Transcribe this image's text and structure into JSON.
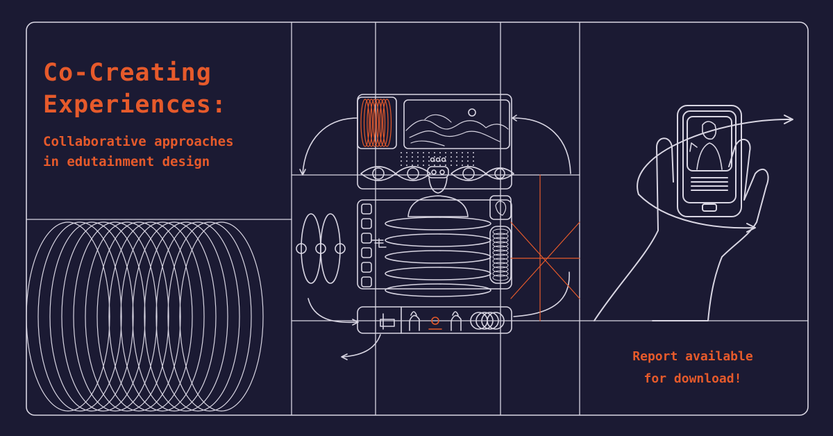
{
  "headline": {
    "line1": "Co-Creating",
    "line2": "Experiences:"
  },
  "subtitle": {
    "line1": "Collaborative approaches",
    "line2": "in edutainment design"
  },
  "cta": {
    "line1": "Report available",
    "line2": "for download!"
  },
  "colors": {
    "background": "#1b1a33",
    "line": "#d9d6e3",
    "accent": "#e65a2b"
  }
}
